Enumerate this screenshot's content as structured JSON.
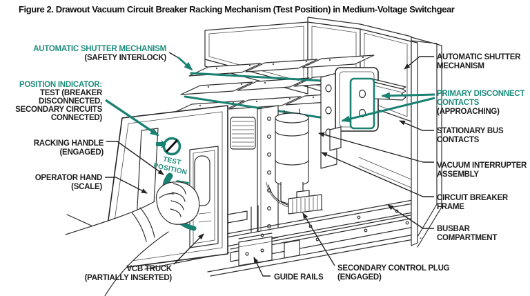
{
  "figure_title": "Figure 2. Drawout Vacuum Circuit Breaker Racking Mechanism (Test Position) in Medium-Voltage Switchgear",
  "colors": {
    "accent_teal": "#188172",
    "label_teal": "#1f8e7d",
    "ink": "#1d1d1d",
    "background": "#ffffff"
  },
  "callouts": {
    "shutter_left": {
      "line1": "AUTOMATIC SHUTTER MECHANISM",
      "line2": "(SAFETY INTERLOCK)"
    },
    "position_indicator": {
      "line1": "POSITION INDICATOR:",
      "line2": "TEST (BREAKER",
      "line3": "DISCONNECTED,",
      "line4": "SECONDARY CIRCUITS",
      "line5": "CONNECTED)"
    },
    "racking_handle": {
      "line1": "RACKING HANDLE",
      "line2": "(ENGAGED)"
    },
    "operator_hand": {
      "line1": "OPERATOR HAND",
      "line2": "(SCALE)"
    },
    "vcb_truck": {
      "line1": "VCB TRUCK",
      "line2": "(PARTIALLY INSERTED)"
    },
    "guide_rails": {
      "line1": "GUIDE RAILS"
    },
    "secondary_plug": {
      "line1": "SECONDARY CONTROL PLUG",
      "line2": "(ENGAGED)"
    },
    "shutter_right": {
      "line1": "AUTOMATIC SHUTTER",
      "line2": "MECHANISM"
    },
    "primary_contacts": {
      "line1": "PRIMARY DISCONNECT",
      "line2": "CONTACTS",
      "line3": "(APPROACHING)"
    },
    "stationary_bus": {
      "line1": "STATIONARY BUS",
      "line2": "CONTACTS"
    },
    "vacuum_interrupter": {
      "line1": "VACUUM INTERRUPTER",
      "line2": "ASSEMBLY"
    },
    "breaker_frame": {
      "line1": "CIRCUIT BREAKER",
      "line2": "FRAME"
    },
    "busbar_compartment": {
      "line1": "BUSBAR",
      "line2": "COMPARTMENT"
    }
  },
  "diagram_text": {
    "dial_line1": "TEST",
    "dial_line2": "POSITION"
  }
}
